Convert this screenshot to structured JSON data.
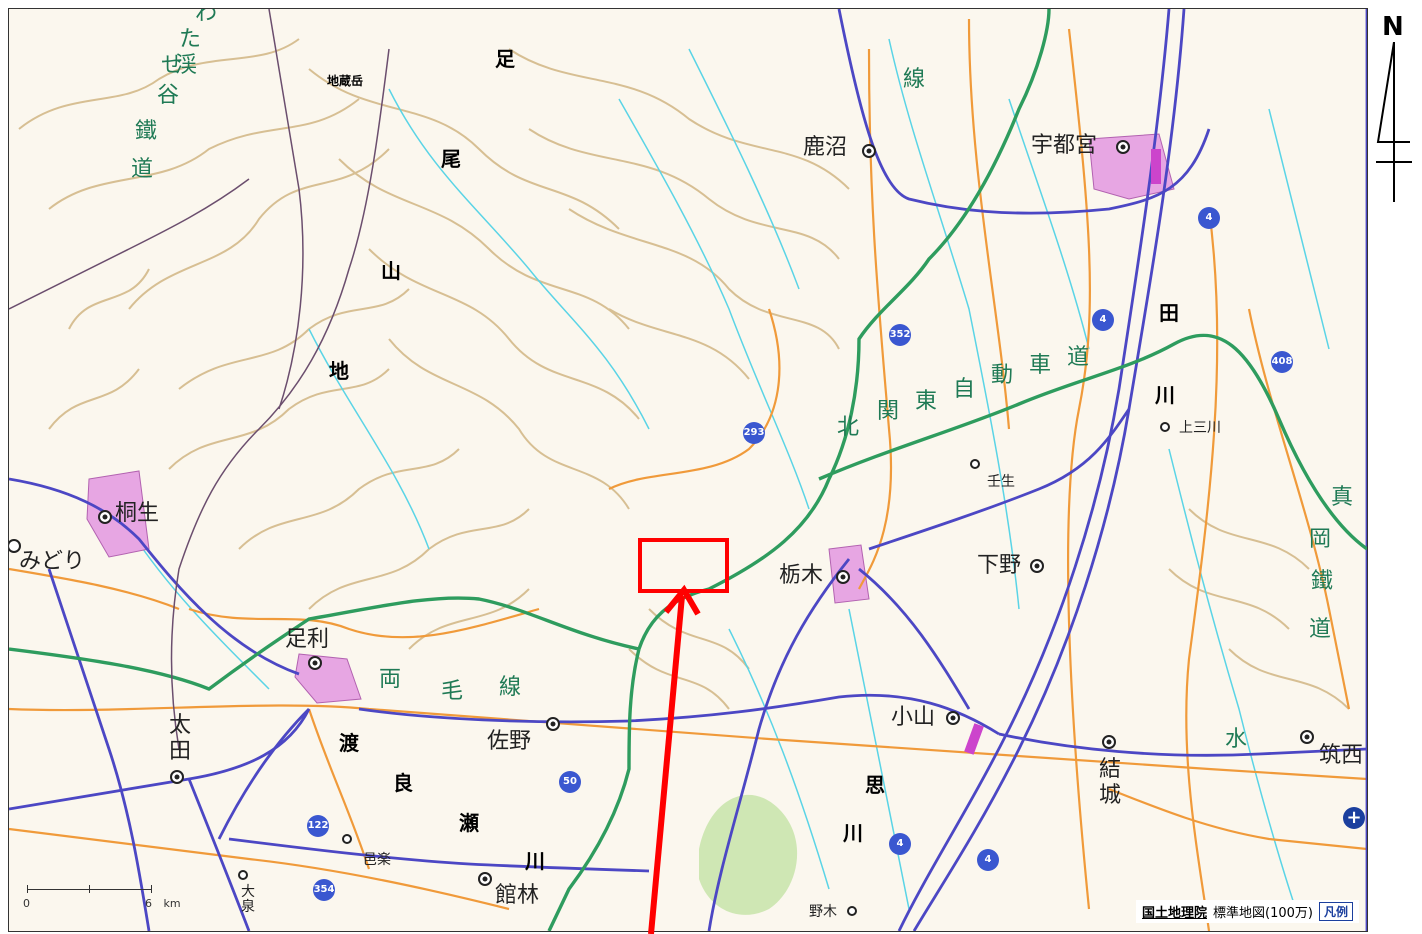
{
  "north_arrow": {
    "letter": "N"
  },
  "places": {
    "utsunomiya": "宇都宮",
    "kanuma": "鹿沼",
    "kiryu": "桐生",
    "midori": "みどり",
    "ashikaga": "足利",
    "sano": "佐野",
    "tochigi": "栃木",
    "shimotsuke": "下野",
    "mibu": "壬生",
    "kaminokawa": "上三川",
    "oyama": "小山",
    "yuki": "結\n城",
    "chikusei": "筑西",
    "ota": "太\n田",
    "tatebayashi": "館林",
    "oura": "邑楽",
    "oizumi": "大\n泉",
    "nogi": "野木"
  },
  "features": {
    "ashio_mountains": [
      "足",
      "尾",
      "山",
      "地"
    ],
    "jizo_peak": "地蔵岳",
    "watarase_river": [
      "渡",
      "良",
      "瀬",
      "川"
    ],
    "omoi_river": [
      "思",
      "川"
    ],
    "tagawa_river": [
      "田",
      "川"
    ],
    "mizu": "水",
    "ryomo_line": [
      "両",
      "毛",
      "線"
    ],
    "kita_kanto_expressway": [
      "北",
      "関",
      "東",
      "自",
      "動",
      "車",
      "道"
    ],
    "watarase_keikoku_railway": [
      "わ",
      "た",
      "せ",
      "渓",
      "谷",
      "鐵",
      "道"
    ],
    "moka_railway": [
      "真",
      "岡",
      "鐵",
      "道"
    ],
    "nikko_line_char": "線"
  },
  "routes": [
    "352",
    "293",
    "408",
    "4",
    "4",
    "4",
    "4",
    "50",
    "122",
    "354"
  ],
  "scale": {
    "start": "0",
    "end": "6",
    "unit": "km"
  },
  "legend": {
    "org": "国土地理院",
    "map_name": "標準地図(100万)",
    "button": "凡例"
  },
  "zoom_label": "+",
  "colors": {
    "land": "#fbf7ee",
    "contour": "#d7bf93",
    "orange_road": "#f09a3a",
    "blue_road": "#4c47c4",
    "green_rail": "#2e9c5e",
    "water": "#5ad4e6",
    "city_pink": "#e7a6e3",
    "highlight": "#ff0000"
  }
}
